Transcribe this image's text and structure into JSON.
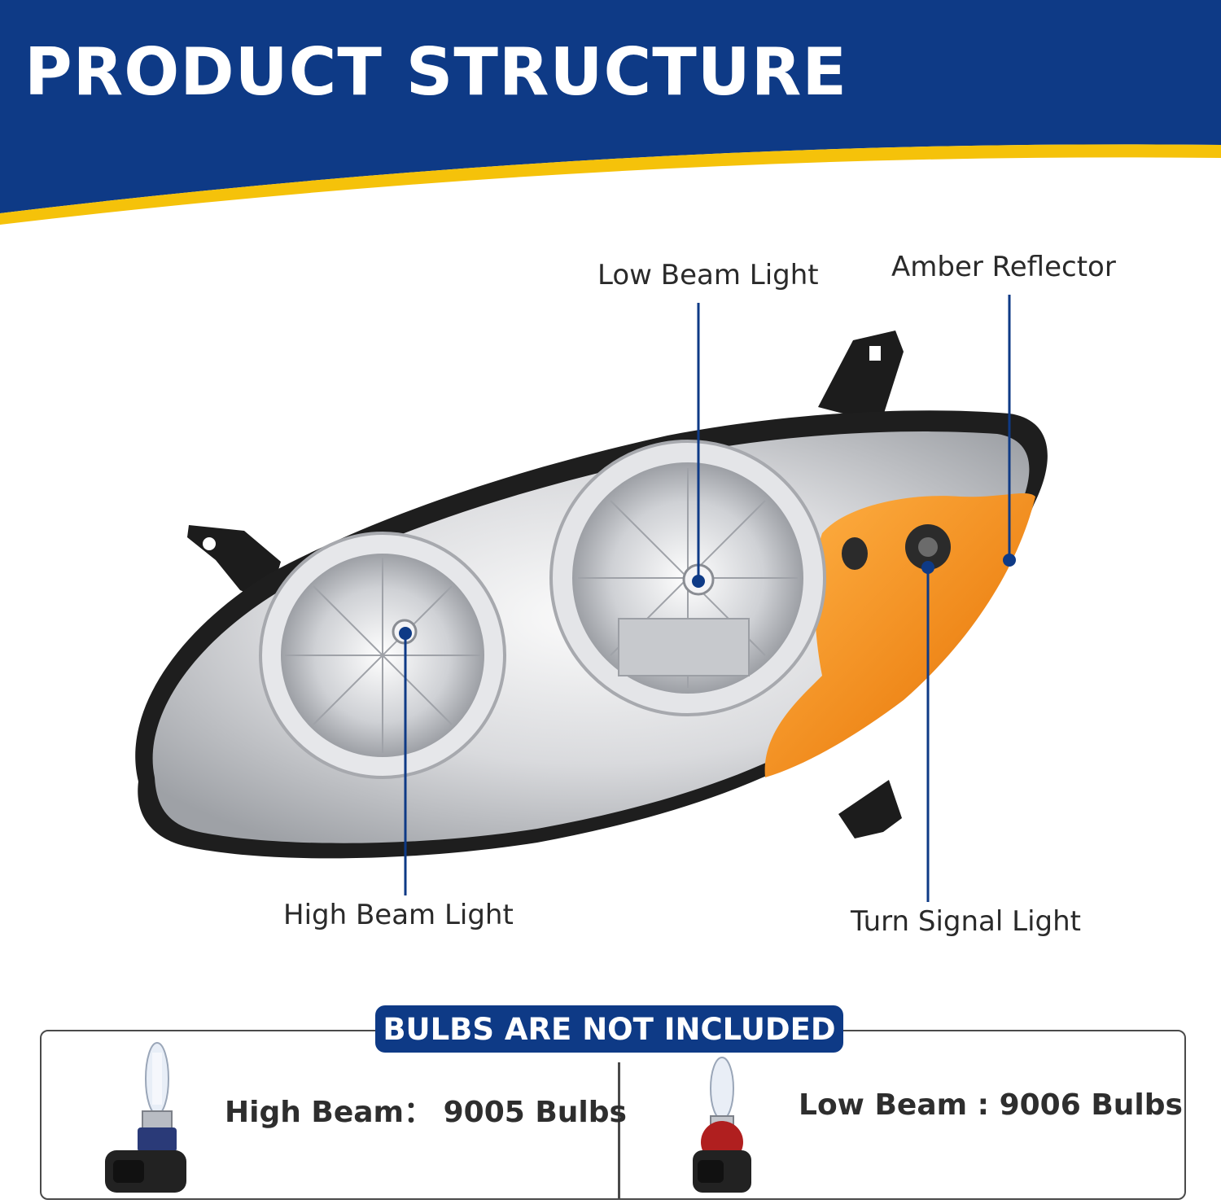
{
  "banner": {
    "title": "PRODUCT STRUCTURE"
  },
  "callouts": {
    "low_beam": "Low Beam Light",
    "amber_reflector": "Amber Reflector",
    "high_beam": "High Beam Light",
    "turn_signal": "Turn Signal Light"
  },
  "bulbs": {
    "badge": "BULBS ARE NOT INCLUDED",
    "high_beam_spec": "High Beam： 9005 Bulbs",
    "low_beam_spec": "Low Beam : 9006  Bulbs"
  },
  "colors": {
    "banner_blue": "#0e3a86",
    "accent_yellow": "#f5c20a",
    "callout_line": "#0e3a86",
    "amber": "#f08a1c"
  }
}
